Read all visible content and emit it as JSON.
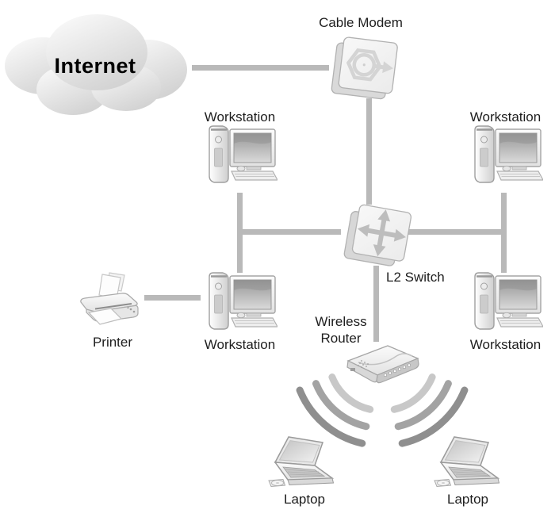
{
  "diagram": {
    "type": "network-topology",
    "nodes": {
      "internet": {
        "label": "Internet",
        "icon": "cloud-icon"
      },
      "cable_modem": {
        "label": "Cable Modem",
        "icon": "cable-modem-icon"
      },
      "l2_switch": {
        "label": "L2 Switch",
        "icon": "l2-switch-icon"
      },
      "workstation_top_left": {
        "label": "Workstation",
        "icon": "workstation-icon"
      },
      "workstation_top_right": {
        "label": "Workstation",
        "icon": "workstation-icon"
      },
      "workstation_mid_left": {
        "label": "Workstation",
        "icon": "workstation-icon"
      },
      "workstation_mid_right": {
        "label": "Workstation",
        "icon": "workstation-icon"
      },
      "printer": {
        "label": "Printer",
        "icon": "printer-icon"
      },
      "wireless_router": {
        "label": "Wireless Router",
        "icon": "wireless-router-icon"
      },
      "laptop_left": {
        "label": "Laptop",
        "icon": "laptop-icon"
      },
      "laptop_right": {
        "label": "Laptop",
        "icon": "laptop-icon"
      }
    },
    "connections": [
      {
        "from": "internet",
        "to": "cable_modem",
        "type": "wired"
      },
      {
        "from": "cable_modem",
        "to": "l2_switch",
        "type": "wired"
      },
      {
        "from": "l2_switch",
        "to": "workstation_top_left",
        "type": "wired"
      },
      {
        "from": "l2_switch",
        "to": "workstation_top_right",
        "type": "wired"
      },
      {
        "from": "l2_switch",
        "to": "workstation_mid_left",
        "type": "wired"
      },
      {
        "from": "l2_switch",
        "to": "workstation_mid_right",
        "type": "wired"
      },
      {
        "from": "workstation_mid_left",
        "to": "printer",
        "type": "wired"
      },
      {
        "from": "l2_switch",
        "to": "wireless_router",
        "type": "wired"
      },
      {
        "from": "wireless_router",
        "to": "laptop_left",
        "type": "wireless"
      },
      {
        "from": "wireless_router",
        "to": "laptop_right",
        "type": "wireless"
      }
    ],
    "colors": {
      "background": "#ffffff",
      "connector": "#b9b9b9",
      "label_text": "#1e1e1e",
      "wifi_arc_inner": "#c8c8c8",
      "wifi_arc_middle": "#a3a3a3",
      "wifi_arc_outer": "#8f8f8f"
    }
  }
}
